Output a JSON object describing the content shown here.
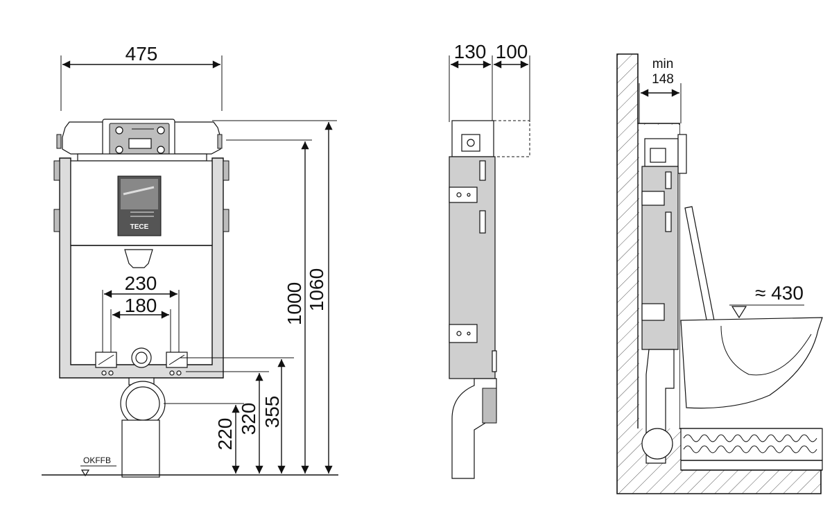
{
  "front_view": {
    "width_label": "475",
    "height_1060": "1060",
    "height_1000": "1000",
    "height_355": "355",
    "height_320": "320",
    "height_220": "220",
    "spacing_230": "230",
    "spacing_180": "180",
    "floor_label": "OKFFB",
    "brand_label": "TECE"
  },
  "side_view": {
    "depth_130": "130",
    "depth_100": "100"
  },
  "install_view": {
    "min_label": "min",
    "min_value": "148",
    "seat_height": "≈ 430"
  }
}
